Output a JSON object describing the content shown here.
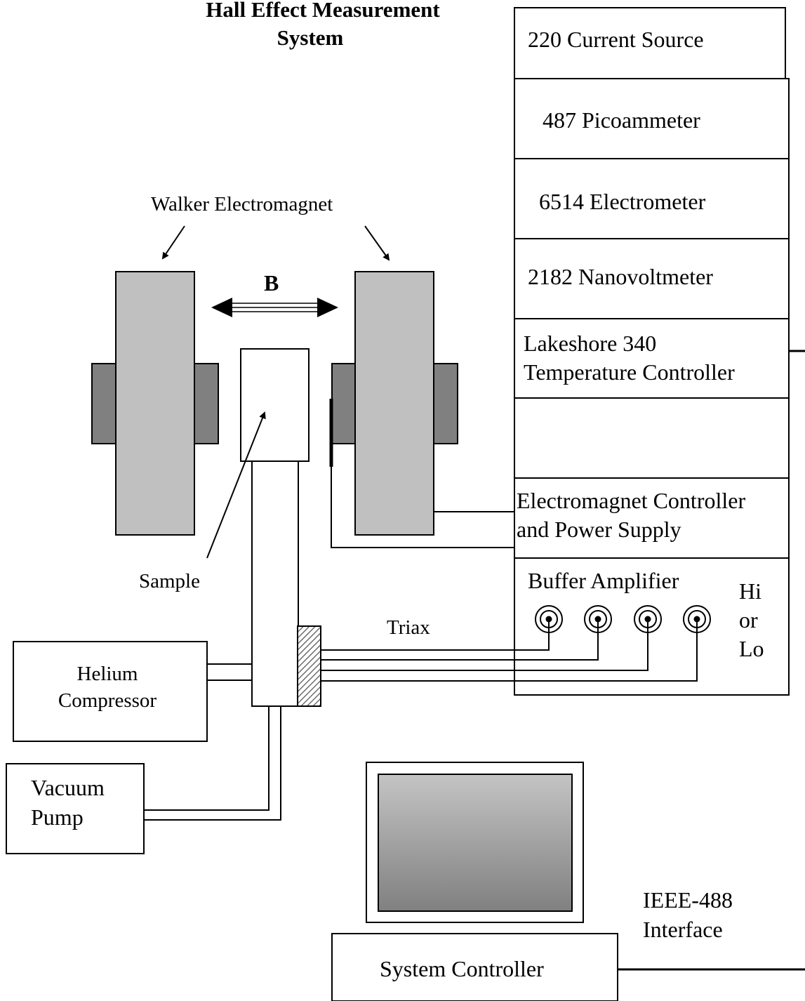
{
  "title": {
    "line1": "Hall Effect Measurement",
    "line2": "System"
  },
  "instrument_rack": {
    "current_source": "220 Current Source",
    "picoammeter": "487 Picoammeter",
    "electrometer": "6514 Electrometer",
    "nanovoltmeter": "2182 Nanovoltmeter",
    "temp_controller_line1": "Lakeshore 340",
    "temp_controller_line2": "Temperature Controller",
    "magnet_controller_line1": "Electromagnet Controller",
    "magnet_controller_line2": "and Power Supply",
    "buffer_amplifier": "Buffer Amplifier",
    "hi_or_lo": [
      "Hi",
      "or",
      "Lo"
    ]
  },
  "labels": {
    "electromagnet": "Walker Electromagnet",
    "field": "B",
    "sample": "Sample",
    "triax": "Triax",
    "helium_line1": "Helium",
    "helium_line2": "Compressor",
    "vacuum_line1": "Vacuum",
    "vacuum_line2": "Pump",
    "ieee_line1": "IEEE-488",
    "ieee_line2": "Interface",
    "system_controller": "System Controller"
  },
  "colors": {
    "magnet_pole": "#c0c0c0",
    "magnet_coil": "#808080",
    "screen_dark": "#808080",
    "screen_light": "#c4c4c4",
    "line": "#000000"
  }
}
